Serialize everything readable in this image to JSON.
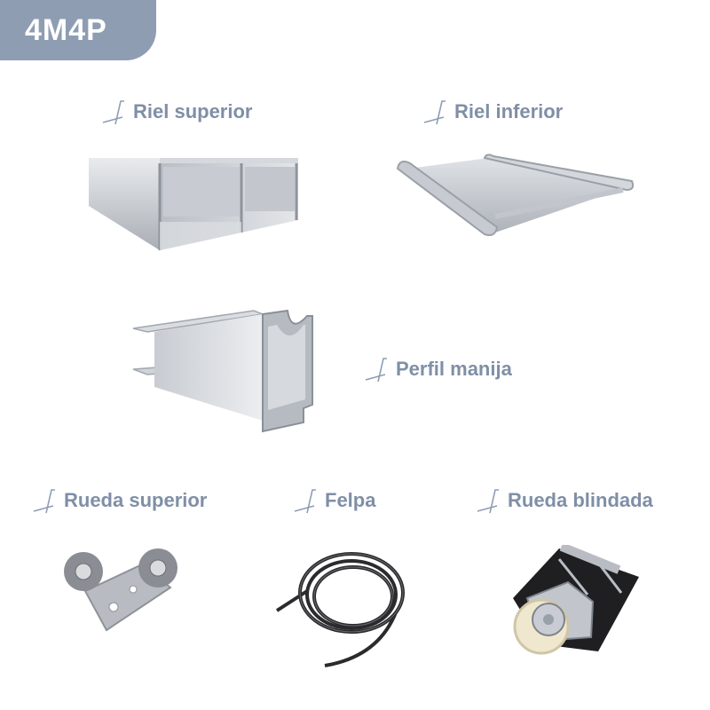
{
  "brand": {
    "badge_text": "4M4P",
    "badge_color": "#8e9db2"
  },
  "accent_color": "#7f8fa6",
  "products": {
    "riel_superior": {
      "label": "Riel superior",
      "icon": "line-marker-icon"
    },
    "riel_inferior": {
      "label": "Riel inferior",
      "icon": "line-marker-icon"
    },
    "perfil_manija": {
      "label": "Perfil manija",
      "icon": "line-marker-icon"
    },
    "rueda_superior": {
      "label": "Rueda superior",
      "icon": "line-marker-icon"
    },
    "felpa": {
      "label": "Felpa",
      "icon": "line-marker-icon"
    },
    "rueda_blindada": {
      "label": "Rueda blindada",
      "icon": "line-marker-icon"
    }
  }
}
